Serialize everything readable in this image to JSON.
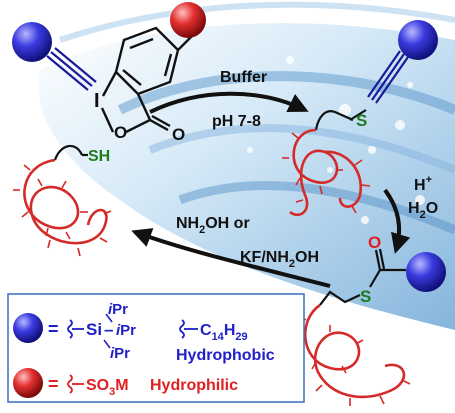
{
  "arrows": {
    "top": {
      "line1": "Buffer",
      "line2": "pH 7-8"
    },
    "right": {
      "h": "H",
      "plus": "+",
      "h2": "H",
      "sub2": "2",
      "o": "O"
    },
    "bottom": {
      "nh": "NH",
      "sub2": "2",
      "oh_or": "OH or",
      "kf_line": "KF/NH",
      "sub2b": "2",
      "oh": "OH"
    }
  },
  "molecules": {
    "reagent": {
      "iodine": "I",
      "oxygen": "O"
    },
    "peptide1": {
      "thiol": "SH"
    },
    "peptide2": {
      "sulfur": "S"
    },
    "peptide3": {
      "oxygen": "O",
      "sulfur": "S"
    }
  },
  "legend": {
    "eq1": "=",
    "eq2": "=",
    "si": "Si",
    "ipr": "Pr",
    "ipr_i": "i",
    "dash": "–",
    "c14": "C",
    "c14_sub": "14",
    "h29": "H",
    "h29_sub": "29",
    "hydrophobic": "Hydrophobic",
    "so3m": "SO",
    "so3m_sub": "3",
    "so3m_m": "M",
    "hydrophilic": "Hydrophilic"
  },
  "colors": {
    "blue": "#3535d8",
    "red": "#e03030",
    "ribbon": "#d42a2a",
    "sulfur": "#1f7a1f",
    "oxygen": "#e02020",
    "arrow": "#111111"
  }
}
